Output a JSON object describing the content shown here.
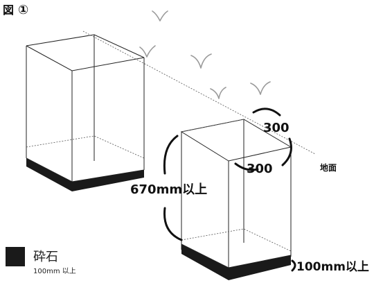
{
  "figure": {
    "title": "図",
    "number": "①"
  },
  "dimensions": {
    "top_width": "300",
    "top_depth": "300",
    "height": "670mm以上",
    "gravel_thickness": "100mm以上"
  },
  "labels": {
    "ground": "地面"
  },
  "legend": {
    "name": "砕石",
    "note": "100mm 以上",
    "swatch_color": "#1a1a1a"
  },
  "colors": {
    "line": "#222222",
    "gravel": "#1a1a1a",
    "sprout": "#9a9a9a"
  }
}
